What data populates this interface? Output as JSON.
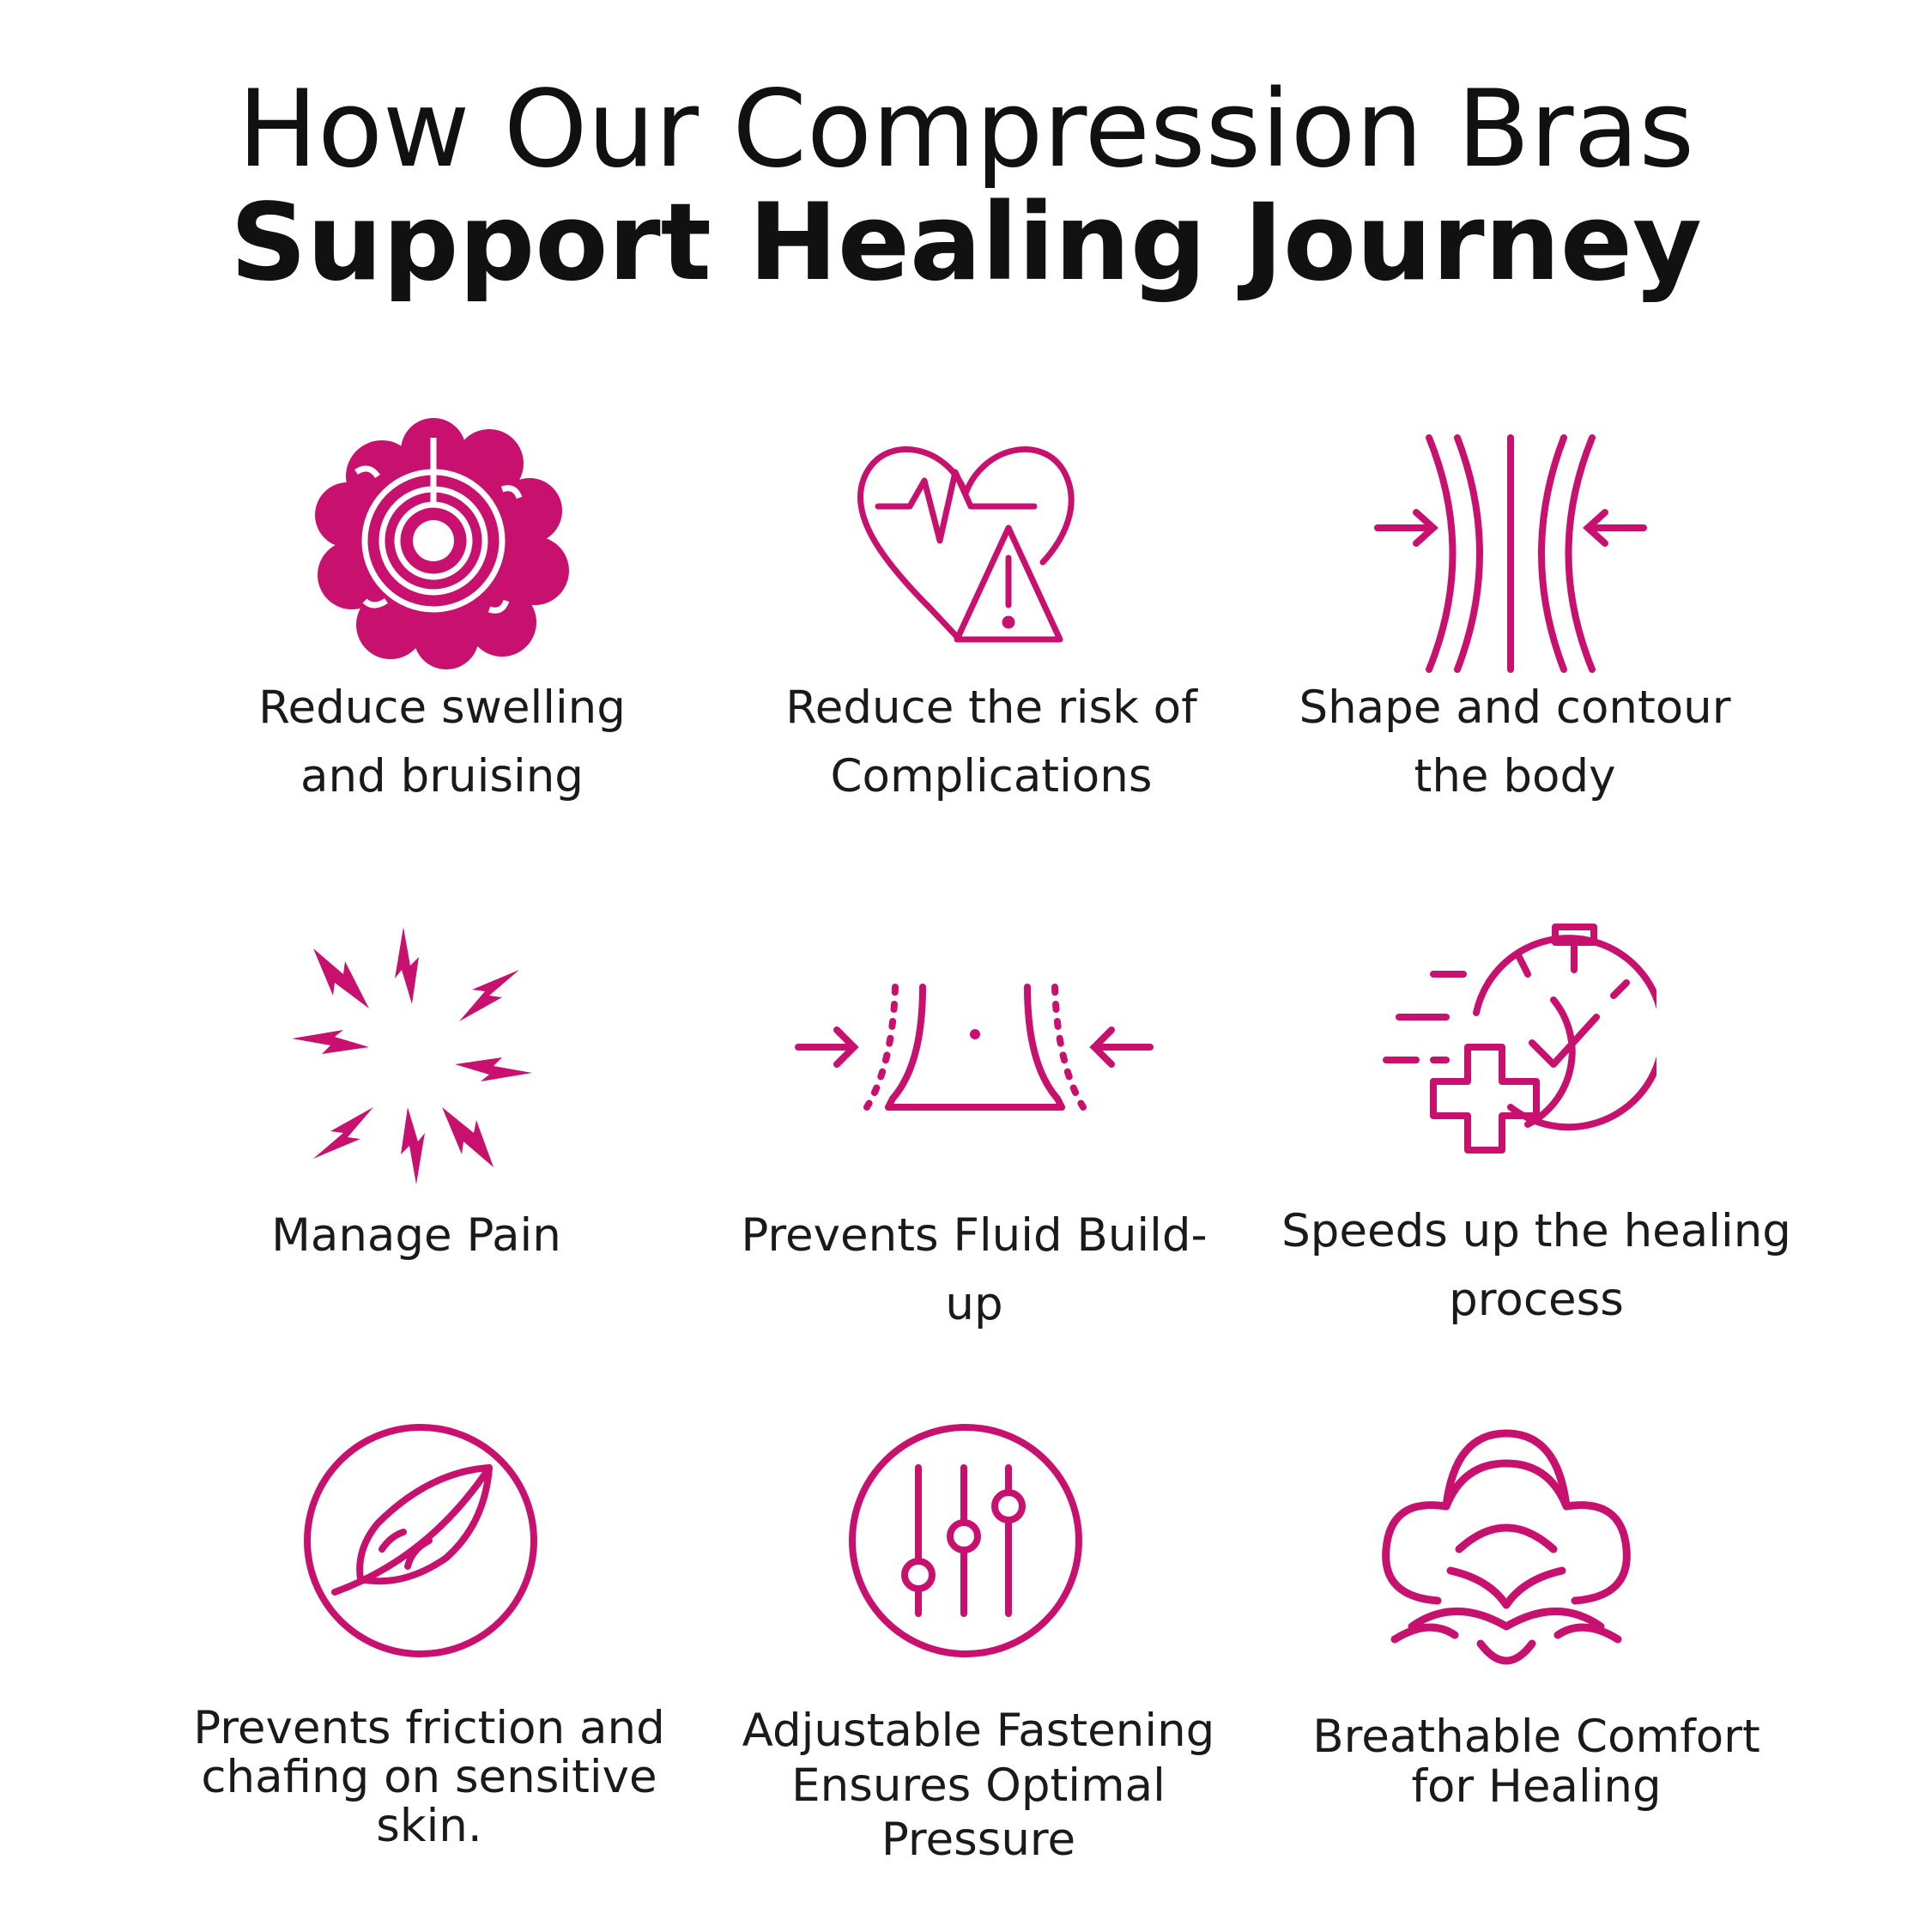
{
  "heading": {
    "line1": "How Our Compression Bras",
    "line2": "Support Healing Journey"
  },
  "colors": {
    "accent": "#c8116f",
    "text": "#1a1a1a",
    "background": "#ffffff"
  },
  "features": [
    {
      "icon": "swollen-tissue-icon",
      "line1": "Reduce swelling",
      "line2": "and bruising"
    },
    {
      "icon": "heart-warning-icon",
      "line1": "Reduce the risk of",
      "line2": "Complications"
    },
    {
      "icon": "compression-lines-icon",
      "line1": "Shape and contour",
      "line2": "the body"
    },
    {
      "icon": "pain-burst-icon",
      "line1": "Manage Pain"
    },
    {
      "icon": "waist-compression-icon",
      "line1": "Prevents Fluid Build-",
      "line2": "up"
    },
    {
      "icon": "stopwatch-cross-icon",
      "line1": "Speeds up the healing",
      "line2": "process"
    },
    {
      "icon": "feather-circle-icon",
      "line1": "Prevents friction and",
      "line2": "chafing on sensitive",
      "line3": "skin."
    },
    {
      "icon": "sliders-circle-icon",
      "line1": "Adjustable Fastening",
      "line2": "Ensures Optimal",
      "line3": "Pressure"
    },
    {
      "icon": "cotton-flower-icon",
      "line1": "Breathable Comfort",
      "line2": "for Healing"
    }
  ]
}
